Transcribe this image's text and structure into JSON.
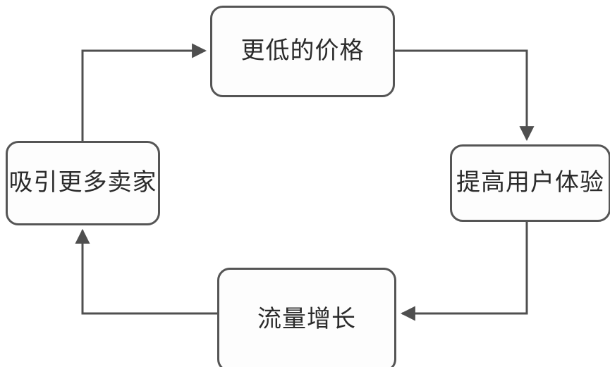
{
  "diagram": {
    "type": "cycle-flowchart",
    "title": "",
    "background_color": "#ffffff",
    "node_border_color": "#555555",
    "node_fill_color": "#fdfdfd",
    "edge_color": "#4f4f4f",
    "text_color": "#2b2b2b",
    "nodes": [
      {
        "id": "lower-price",
        "label": "更低的价格",
        "position": "top"
      },
      {
        "id": "user-experience",
        "label": "提高用户体验",
        "position": "right"
      },
      {
        "id": "traffic-growth",
        "label": "流量增长",
        "position": "bottom"
      },
      {
        "id": "attract-sellers",
        "label": "吸引更多卖家",
        "position": "left"
      }
    ],
    "edges": [
      {
        "id": "edge-price-to-experience",
        "from": "lower-price",
        "to": "user-experience",
        "arrow": "down"
      },
      {
        "id": "edge-experience-to-traffic",
        "from": "user-experience",
        "to": "traffic-growth",
        "arrow": "left"
      },
      {
        "id": "edge-traffic-to-sellers",
        "from": "traffic-growth",
        "to": "attract-sellers",
        "arrow": "up"
      },
      {
        "id": "edge-sellers-to-price",
        "from": "attract-sellers",
        "to": "lower-price",
        "arrow": "right"
      }
    ]
  }
}
